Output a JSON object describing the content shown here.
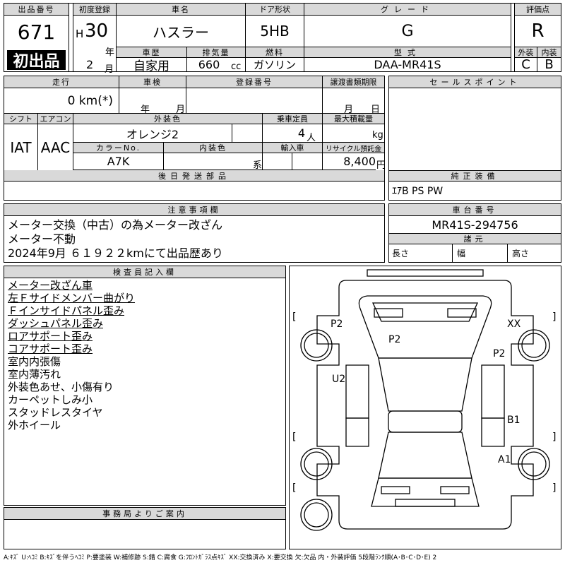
{
  "header": {
    "lot_label": "出品番号",
    "lot_no": "671",
    "first_badge": "初出品",
    "reg_label": "初度登録",
    "era": "H",
    "year": "30",
    "year_unit": "年",
    "month": "2",
    "month_unit": "月",
    "car_name_label": "車名",
    "car_name": "ハスラー",
    "history_label": "車歴",
    "history": "自家用",
    "disp_label": "排気量",
    "disp": "660",
    "disp_unit": "cc",
    "door_label": "ドア形状",
    "door": "5HB",
    "fuel_label": "燃料",
    "fuel": "ガソリン",
    "grade_label": "グレード",
    "grade": "G",
    "model_label": "型式",
    "model": "DAA-MR41S",
    "score_label": "評価点",
    "score": "R",
    "ext_label": "外装",
    "ext": "C",
    "int_label": "内装",
    "int": "B"
  },
  "mid": {
    "mileage_label": "走行",
    "mileage": "0 km(*)",
    "inspection_label": "車検",
    "insp_year": "年",
    "insp_month": "月",
    "plate_label": "登録番号",
    "transfer_label": "譲渡書類期限",
    "transfer_month": "月",
    "transfer_day": "日",
    "shift_label": "シフト",
    "shift": "IAT",
    "ac_label": "エアコン",
    "ac": "AAC",
    "color_label": "外装色",
    "color": "オレンジ2",
    "capacity_label": "乗車定員",
    "capacity": "4",
    "capacity_unit": "人",
    "load_label": "最大積載量",
    "load_unit": "kg",
    "colorno_label": "カラーNo.",
    "colorno": "A7K",
    "intcolor_label": "内装色",
    "intcolor_unit": "系",
    "import_label": "輸入車",
    "recycle_label": "リサイクル預託金",
    "recycle": "8,400",
    "recycle_unit": "円",
    "later_label": "後日発送部品",
    "sales_label": "セールスポイント",
    "equip_label": "純正装備",
    "equip": "ｴｱB PS PW"
  },
  "notes": {
    "label": "注意事項欄",
    "lines": [
      "メーター交換（中古）の為メーター改ざん",
      "メーター不動",
      "2024年9月 ６１９２２kmにて出品歴あり"
    ]
  },
  "chassis": {
    "label": "車台番号",
    "value": "MR41S-294756",
    "dims_label": "諸元",
    "len": "長さ",
    "wid": "幅",
    "hei": "高さ"
  },
  "inspector": {
    "label": "検査員記入欄",
    "underlined": [
      "メーター改ざん車",
      "左Ｆサイドメンバー曲がり",
      "Ｆインサイドパネル歪み",
      "ダッシュパネル歪み",
      "ロアサポート歪み",
      "コアサポート歪み"
    ],
    "plain": [
      "室内内張傷",
      "室内薄汚れ",
      "外装色あせ、小傷有り",
      "カーペットしみ小",
      "スタッドレスタイヤ",
      "外ホイール"
    ]
  },
  "office": {
    "label": "事務局よりご案内"
  },
  "diagram": {
    "marks": [
      {
        "id": "p2-a",
        "text": "P2"
      },
      {
        "id": "xx",
        "text": "XX"
      },
      {
        "id": "p2-b",
        "text": "P2"
      },
      {
        "id": "p2-c",
        "text": "P2"
      },
      {
        "id": "u2",
        "text": "U2"
      },
      {
        "id": "b1",
        "text": "B1"
      },
      {
        "id": "a1",
        "text": "A1"
      }
    ]
  },
  "legend": "A:ｷｽﾞ U:ﾍｺﾐ B:ｷｽﾞを伴うﾍｺﾐ P:要塗装 W:補修跡 S:錆 C:腐食 G:ﾌﾛﾝﾄｶﾞﾗｽ点ｷｽﾞ XX:交換済み X:要交換 欠:欠品 内・外装評価 5段階ﾗﾝｸ順(A･B･C･D･E) 2"
}
